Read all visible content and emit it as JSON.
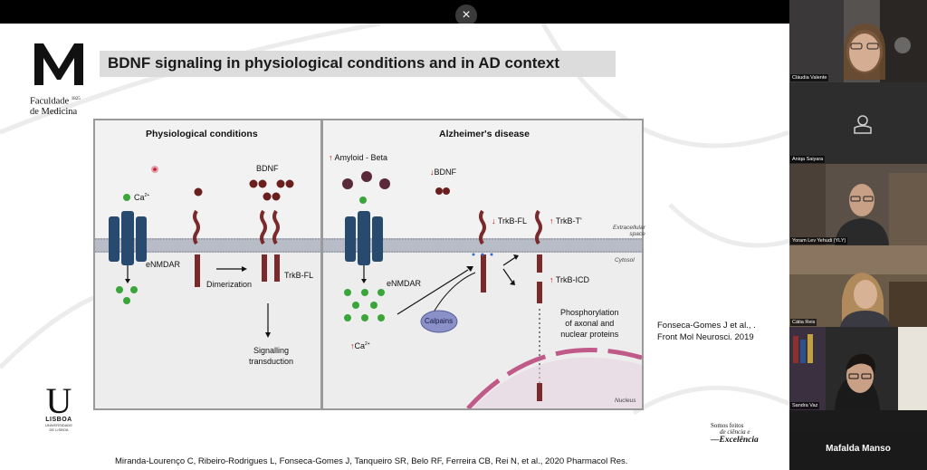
{
  "slide": {
    "title": "BDNF signaling in physiological conditions and in AD context",
    "faculty_line1": "Faculdade",
    "faculty_year": "1825",
    "faculty_line2": "de Medicina",
    "citation_line1": "Fonseca-Gomes J et al., .",
    "citation_line2": "Front Mol Neurosci. 2019",
    "reference": "Miranda-Lourenço C, Ribeiro-Rodrigues L, Fonseca-Gomes J, Tanqueiro SR, Belo RF, Ferreira CB, Rei N, et al., 2020 Pharmacol Res.",
    "ulisboa_letter": "U",
    "ulisboa_name": "LISBOA",
    "ulisboa_sub1": "UNIVERSIDADE",
    "ulisboa_sub2": "DE LISBOA",
    "excel_line1": "Somos feitos",
    "excel_line2": "de ciência e",
    "excel_line3": "Excelência"
  },
  "figure": {
    "left_title": "Physiological conditions",
    "right_title": "Alzheimer's disease",
    "ca_label": "Ca",
    "ca_sup": "2+",
    "bdnf_label": "BDNF",
    "enmdar_label": "eNMDAR",
    "dimerization_label": "Dimerization",
    "trkb_fl_label": "TrkB-FL",
    "signalling_line1": "Signalling",
    "signalling_line2": "transduction",
    "amyloid_label": "Amyloid - Beta",
    "trkb_t_label": "TrkB-T'",
    "trkb_icd_label": "TrkB-ICD",
    "calpains_label": "Calpains",
    "phospho_line1": "Phosphorylation",
    "phospho_line2": "of axonal and",
    "phospho_line3": "nuclear proteins",
    "extracellular_line1": "Extracellular",
    "extracellular_line2": "space",
    "cytosol_label": "Cytosol",
    "nucleus_label": "Nucleus"
  },
  "participants": [
    {
      "name": "Cláudia Valente"
    },
    {
      "name": "Aniqa Saiyara"
    },
    {
      "name": "Yoram Lev Yehudi (YLY)"
    },
    {
      "name": "Cátia Reis"
    },
    {
      "name": "Sandra Vaz"
    }
  ],
  "presenter": {
    "name": "Mafalda Manso"
  },
  "controls": {
    "close_symbol": "×"
  },
  "colors": {
    "receptor": "#7a2a2a",
    "ion": "#3aa63a",
    "channel": "#274a6e",
    "membrane": "#b8bcc6",
    "calpain": "#8a90c8",
    "nucleus": "#c05a88",
    "up_arrow": "#cc0000"
  }
}
